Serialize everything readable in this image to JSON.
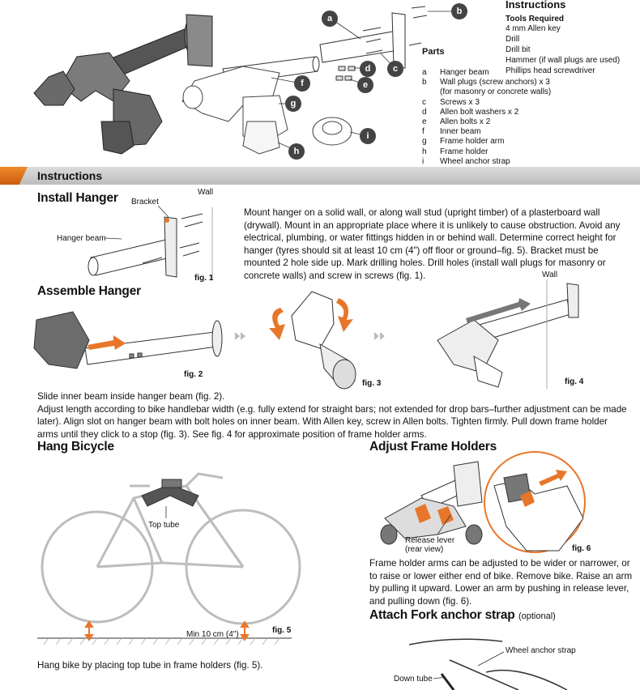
{
  "top": {
    "instructions_title": "Instructions",
    "tools_heading": "Tools Required",
    "tools": [
      "4 mm Allen key",
      "Drill",
      "Drill bit",
      "Hammer (if wall plugs are used)",
      "Phillips head screwdriver"
    ],
    "parts_heading": "Parts",
    "parts": [
      {
        "key": "a",
        "text": "Hanger beam"
      },
      {
        "key": "b",
        "text": "Wall plugs (screw anchors) x 3"
      },
      {
        "key": "",
        "text": "(for masonry or concrete walls)"
      },
      {
        "key": "c",
        "text": "Screws x 3"
      },
      {
        "key": "d",
        "text": "Allen bolt washers x 2"
      },
      {
        "key": "e",
        "text": "Allen bolts x 2"
      },
      {
        "key": "f",
        "text": "Inner beam"
      },
      {
        "key": "g",
        "text": "Frame holder arm"
      },
      {
        "key": "h",
        "text": "Frame holder"
      },
      {
        "key": "i",
        "text": "Wheel anchor strap"
      }
    ],
    "callouts": [
      "a",
      "b",
      "c",
      "d",
      "e",
      "f",
      "g",
      "h",
      "i"
    ]
  },
  "band": {
    "title": "Instructions"
  },
  "install": {
    "heading": "Install Hanger",
    "label_bracket": "Bracket",
    "label_wall": "Wall",
    "label_beam": "Hanger beam",
    "fig": "fig. 1",
    "text": "Mount hanger on a solid wall, or along wall stud (upright timber) of a plasterboard wall (drywall). Mount in an appropriate place where it is unlikely to cause obstruction. Avoid any electrical, plumbing, or water fittings hidden in or behind wall. Determine correct height for hanger (tyres should sit at least 10 cm (4\") off floor or ground–fig. 5). Bracket must be mounted 2 hole side up. Mark drilling holes. Drill holes (install wall plugs for masonry or concrete walls) and screw in screws (fig. 1)."
  },
  "assemble": {
    "heading": "Assemble Hanger",
    "fig2": "fig. 2",
    "fig3": "fig. 3",
    "fig4": "fig. 4",
    "label_wall": "Wall",
    "text": "Slide inner beam inside hanger beam (fig. 2).\nAdjust length according to bike handlebar width (e.g. fully extend for straight bars; not extended for drop bars–further adjustment can be made later). Align slot on hanger beam with bolt holes on inner beam. With Allen key, screw in Allen bolts. Tighten firmly. Pull down frame holder arms until they click to a stop (fig. 3). See fig. 4 for approximate position of frame holder arms."
  },
  "hang": {
    "heading": "Hang Bicycle",
    "label_top_tube": "Top tube",
    "label_min": "Min 10 cm (4\")",
    "fig": "fig. 5",
    "text": "Hang bike by placing top tube in frame holders (fig. 5)."
  },
  "adjust": {
    "heading": "Adjust Frame Holders",
    "label_release": "Release lever",
    "label_rear": "(rear view)",
    "fig": "fig. 6",
    "text": "Frame holder arms can be adjusted to be wider or narrower, or to raise or lower either end of bike. Remove bike. Raise an arm by pulling it upward. Lower an arm by pushing in release lever, and pulling down (fig. 6)."
  },
  "fork": {
    "heading": "Attach Fork anchor strap",
    "optional": "(optional)",
    "label_strap": "Wheel anchor strap",
    "label_down": "Down tube"
  },
  "colors": {
    "accent": "#e8762a",
    "band": "#c8c8c8",
    "line": "#333333",
    "light_line": "#bdbdbd"
  }
}
